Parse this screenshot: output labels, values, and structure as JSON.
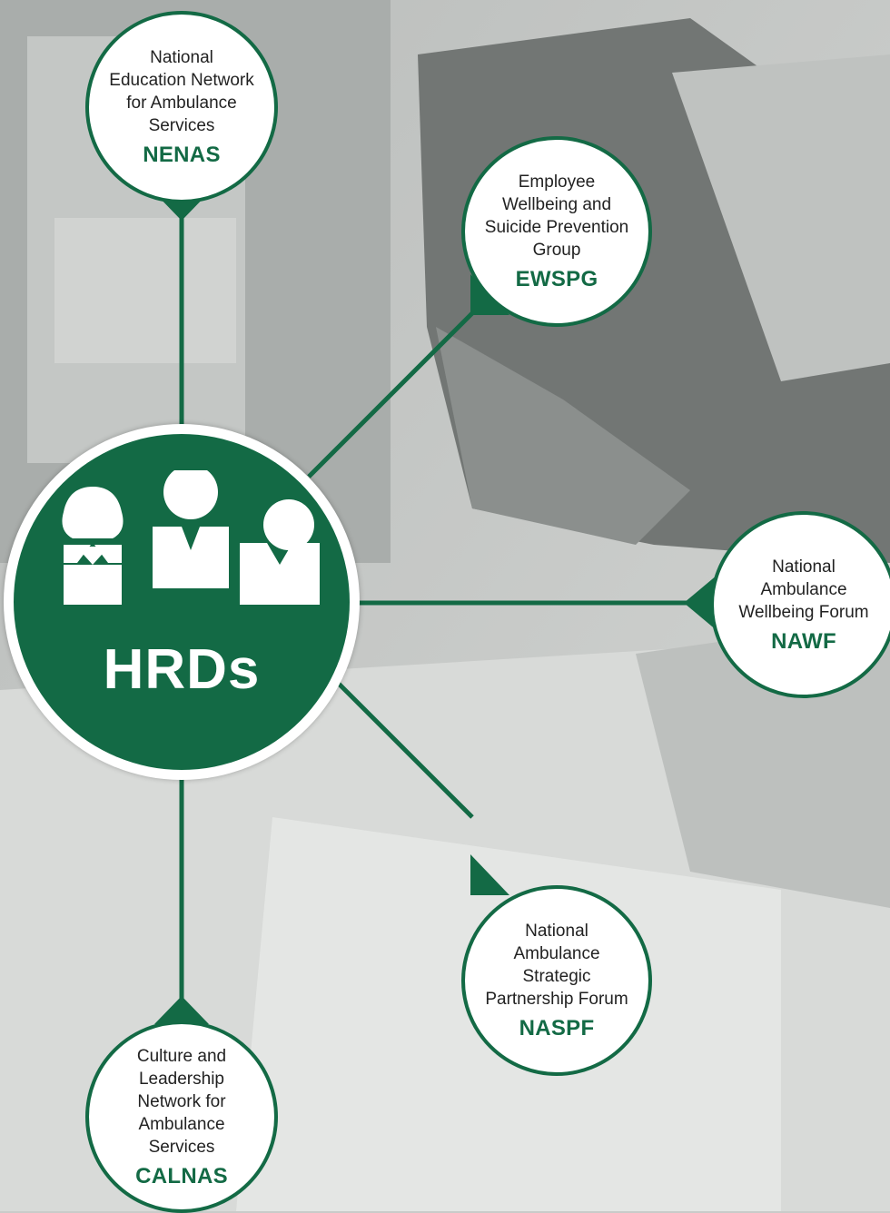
{
  "colors": {
    "primary": "#136a45",
    "node_fill": "#ffffff",
    "text": "#222222"
  },
  "hub": {
    "label": "HRDs",
    "icon": "people-group-icon"
  },
  "nodes": {
    "nenas": {
      "full": "National\nEducation Network\nfor Ambulance\nServices",
      "abbr": "NENAS"
    },
    "ewspg": {
      "full": "Employee\nWellbeing and\nSuicide Prevention\nGroup",
      "abbr": "EWSPG"
    },
    "nawf": {
      "full": "National\nAmbulance\nWellbeing Forum",
      "abbr": "NAWF"
    },
    "naspf": {
      "full": "National\nAmbulance\nStrategic\nPartnership Forum",
      "abbr": "NASPF"
    },
    "calnas": {
      "full": "Culture and\nLeadership\nNetwork for\nAmbulance\nServices",
      "abbr": "CALNAS"
    }
  }
}
